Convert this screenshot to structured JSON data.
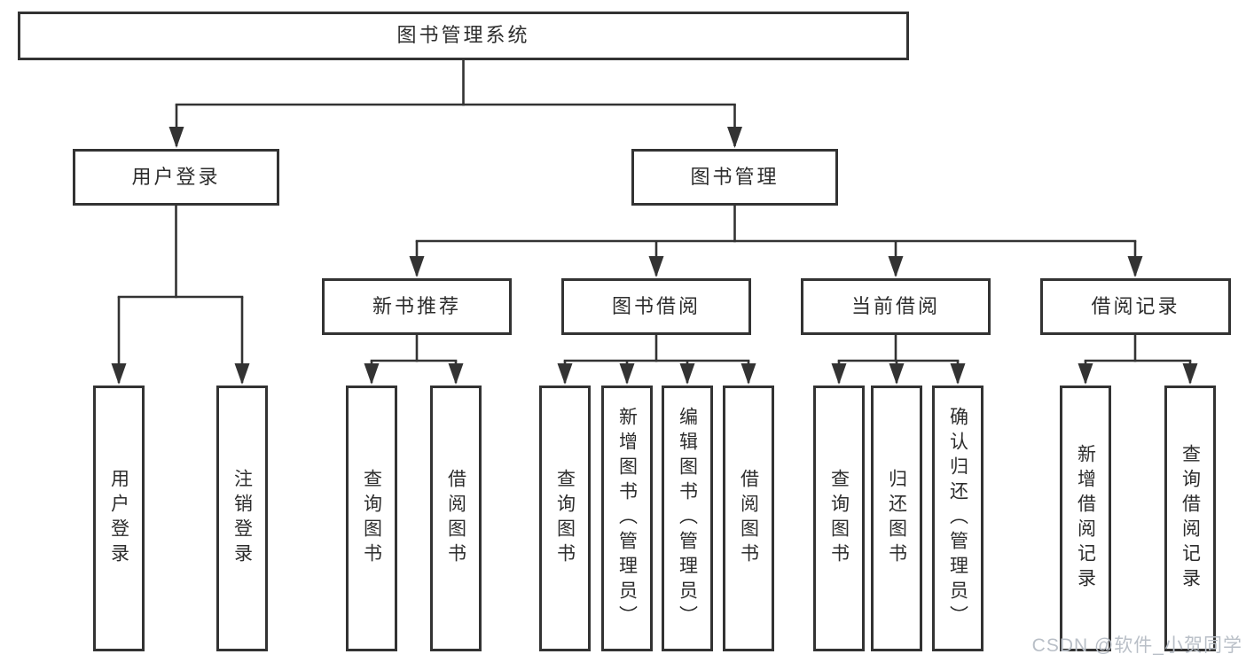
{
  "nodes": {
    "root": {
      "label": "图书管理系统"
    },
    "user_login": {
      "label": "用户登录"
    },
    "book_mgmt": {
      "label": "图书管理"
    },
    "new_books": {
      "label": "新书推荐"
    },
    "book_borrow": {
      "label": "图书借阅"
    },
    "current_borrow": {
      "label": "当前借阅"
    },
    "borrow_records": {
      "label": "借阅记录"
    }
  },
  "leaves": {
    "user_login": [
      "用户登录",
      "注销登录"
    ],
    "new_books": [
      "查询图书",
      "借阅图书"
    ],
    "book_borrow": [
      "查询图书",
      "新增图书（管理员）",
      "编辑图书（管理员）",
      "借阅图书"
    ],
    "current_borrow": [
      "查询图书",
      "归还图书",
      "确认归还（管理员）"
    ],
    "borrow_records": [
      "新增借阅记录",
      "查询借阅记录"
    ]
  },
  "watermark": "CSDN @软件_小贺同学",
  "colors": {
    "line": "#333333",
    "text": "#2d2d2d",
    "box_background": "#ffffff",
    "watermark": "#b9bfc7",
    "background": "#ffffff"
  }
}
